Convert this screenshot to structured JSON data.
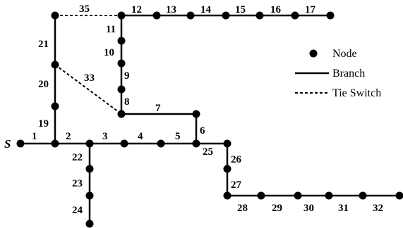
{
  "diagram": {
    "source_label": "S",
    "legend": {
      "node": "Node",
      "branch": "Branch",
      "tie_switch": "Tie Switch"
    },
    "node_labels": [
      "1",
      "2",
      "3",
      "4",
      "5",
      "6",
      "7",
      "8",
      "9",
      "10",
      "11",
      "12",
      "13",
      "14",
      "15",
      "16",
      "17",
      "19",
      "20",
      "21",
      "22",
      "23",
      "24",
      "25",
      "26",
      "27",
      "28",
      "29",
      "30",
      "31",
      "32"
    ],
    "tie_labels": [
      "33",
      "35"
    ]
  }
}
